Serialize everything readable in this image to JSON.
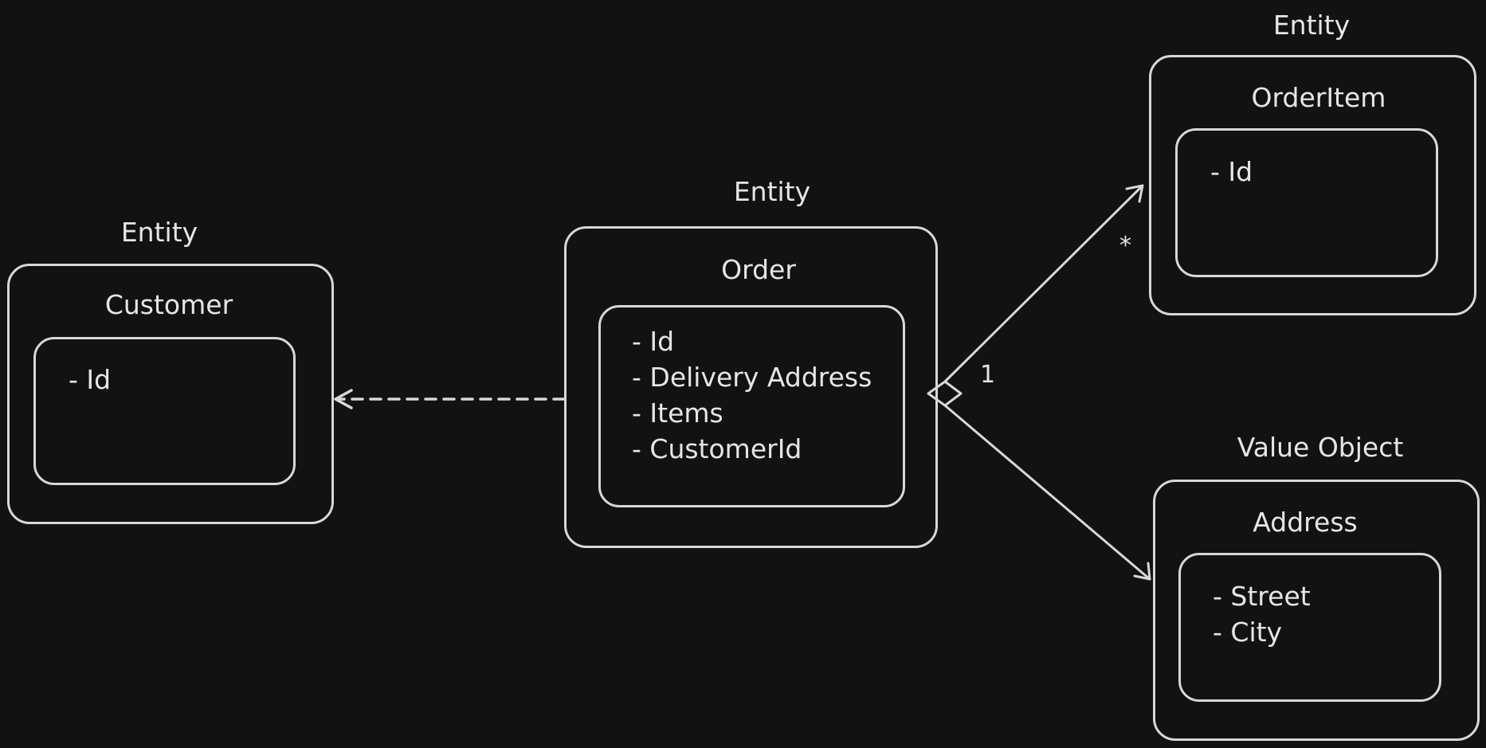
{
  "entities": {
    "customer": {
      "stereotype": "Entity",
      "name": "Customer",
      "attributes": [
        "Id"
      ]
    },
    "order": {
      "stereotype": "Entity",
      "name": "Order",
      "attributes": [
        "Id",
        "Delivery Address",
        "Items",
        "CustomerId"
      ]
    },
    "order_item": {
      "stereotype": "Entity",
      "name": "OrderItem",
      "attributes": [
        "Id"
      ]
    },
    "address": {
      "stereotype": "Value Object",
      "name": "Address",
      "attributes": [
        "Street",
        "City"
      ]
    }
  },
  "relations": {
    "order_to_items": {
      "source_multiplicity": "1",
      "target_multiplicity": "*"
    }
  },
  "colors": {
    "background": "#121212",
    "stroke": "#d8d8d8",
    "text": "#e6e6e6"
  }
}
